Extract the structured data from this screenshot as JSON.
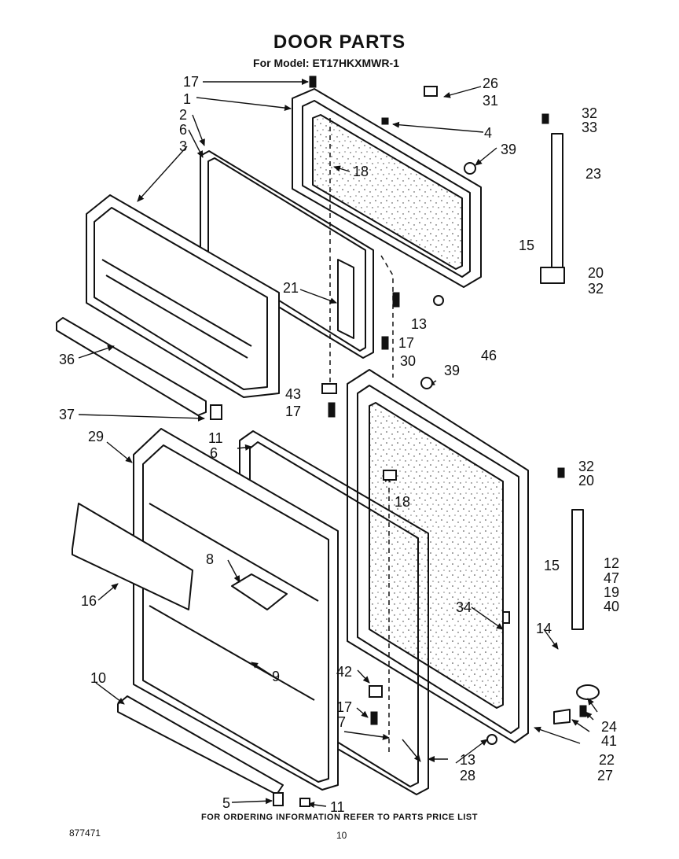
{
  "title": "DOOR PARTS",
  "subtitle": "For Model: ET17HKXMWR-1",
  "footer_note": "FOR ORDERING INFORMATION REFER TO PARTS PRICE LIST",
  "doc_number": "877471",
  "page_number": "10",
  "colors": {
    "ink": "#111111",
    "paper": "#ffffff"
  },
  "callouts": [
    "17",
    "1",
    "2",
    "6",
    "3",
    "26",
    "31",
    "32",
    "33",
    "4",
    "39",
    "18",
    "23",
    "15",
    "20",
    "32",
    "21",
    "36",
    "37",
    "43",
    "17",
    "13",
    "17",
    "30",
    "46",
    "39",
    "29",
    "11",
    "6",
    "32",
    "20",
    "18",
    "8",
    "15",
    "12",
    "47",
    "19",
    "40",
    "16",
    "34",
    "14",
    "9",
    "42",
    "10",
    "17",
    "7",
    "24",
    "41",
    "22",
    "13",
    "28",
    "27",
    "5",
    "11"
  ]
}
